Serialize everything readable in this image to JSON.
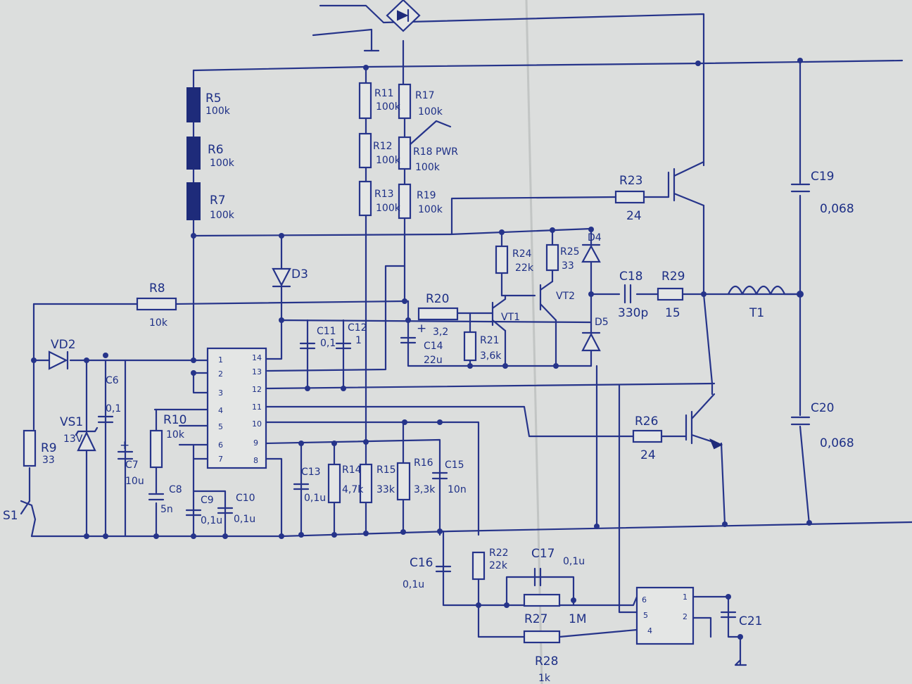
{
  "labels": {
    "R5": "R5",
    "R5v": "100k",
    "R6": "R6",
    "R6v": "100k",
    "R7": "R7",
    "R7v": "100k",
    "R8": "R8",
    "R8v": "10k",
    "R9": "R9",
    "R9v": "33",
    "R10": "R10",
    "R10v": "10k",
    "R11": "R11",
    "R11v": "100k",
    "R12": "R12",
    "R12v": "100k",
    "R13": "R13",
    "R13v": "100k",
    "R17": "R17",
    "R17v": "100k",
    "R18": "R18 PWR",
    "R18v": "100k",
    "R19": "R19",
    "R19v": "100k",
    "R14": "R14",
    "R14v": "4,7k",
    "R15": "R15",
    "R15v": "33k",
    "R16": "R16",
    "R16v": "3,3k",
    "R20": "R20",
    "R20v": "3,2",
    "R21": "R21",
    "R21v": "3,6k",
    "R22": "R22",
    "R22v": "22k",
    "R23": "R23",
    "R23v": "24",
    "R24": "R24",
    "R24v": "22k",
    "R25": "R25",
    "R25v": "33",
    "R26": "R26",
    "R26v": "24",
    "R27": "R27",
    "R27v": "1M",
    "R28": "R28",
    "R28v": "1k",
    "R29": "R29",
    "R29v": "15",
    "C6": "C6",
    "C6v": "0,1",
    "C7": "C7",
    "C7v": "10u",
    "C8": "C8",
    "C8v": "5n",
    "C9": "C9",
    "C9v": "0,1u",
    "C10": "C10",
    "C10v": "0,1u",
    "C11": "C11",
    "C11v": "0,1",
    "C12": "C12",
    "C12v": "1",
    "C13": "C13",
    "C13v": "0,1u",
    "C14": "C14",
    "C14v": "22u",
    "C15": "C15",
    "C15v": "10n",
    "C16": "C16",
    "C16v": "0,1u",
    "C17": "C17",
    "C17v": "0,1u",
    "C18": "C18",
    "C18v": "330p",
    "C19": "C19",
    "C19v": "0,068",
    "C20": "C20",
    "C20v": "0,068",
    "C21": "C21",
    "D3": "D3",
    "D4": "D4",
    "D5": "D5",
    "VD2": "VD2",
    "VS1": "VS1",
    "VS1v": "13V",
    "VT1": "VT1",
    "VT2": "VT2",
    "T1": "T1",
    "S1": "S1",
    "plus1": "+",
    "plus2": "+"
  },
  "ic1_pins": {
    "p1": "1",
    "p2": "2",
    "p3": "3",
    "p4": "4",
    "p5": "5",
    "p6": "6",
    "p7": "7",
    "p8": "8",
    "p9": "9",
    "p10": "10",
    "p11": "11",
    "p12": "12",
    "p13": "13",
    "p14": "14"
  },
  "ic2_pins": {
    "p6": "6",
    "p5": "5",
    "p4": "4",
    "p1": "1",
    "p2": "2"
  },
  "colors": {
    "ink": "#26348a",
    "paper": "#d9dcdb"
  }
}
